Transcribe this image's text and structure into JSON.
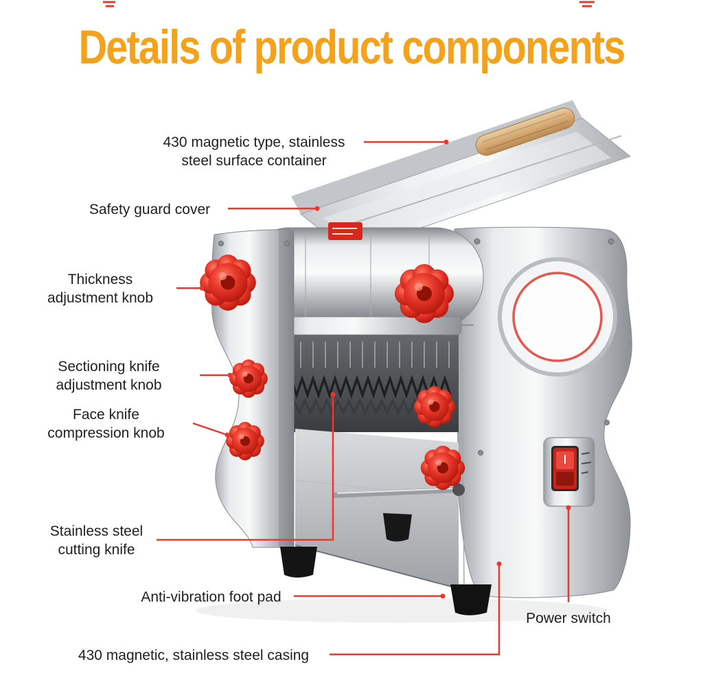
{
  "title": "Details of product components",
  "colors": {
    "title_orange": "#F4A11B",
    "callout_red": "#E8392D",
    "knob_red": "#D8281C",
    "label_text": "#1F1F1F",
    "background": "#FFFFFF"
  },
  "labels": {
    "container": {
      "line1": "430 magnetic type, stainless",
      "line2": "steel surface container"
    },
    "safety_guard": {
      "line1": "Safety guard cover"
    },
    "thickness": {
      "line1": "Thickness",
      "line2": "adjustment knob"
    },
    "sectioning": {
      "line1": "Sectioning knife",
      "line2": "adjustment knob"
    },
    "face_knife": {
      "line1": "Face knife",
      "line2": "compression knob"
    },
    "cutting_knife": {
      "line1": "Stainless steel",
      "line2": "cutting knife"
    },
    "foot_pad": {
      "line1": "Anti-vibration foot pad"
    },
    "casing": {
      "line1": "430 magnetic, stainless steel casing"
    },
    "power_switch": {
      "line1": "Power switch"
    }
  }
}
